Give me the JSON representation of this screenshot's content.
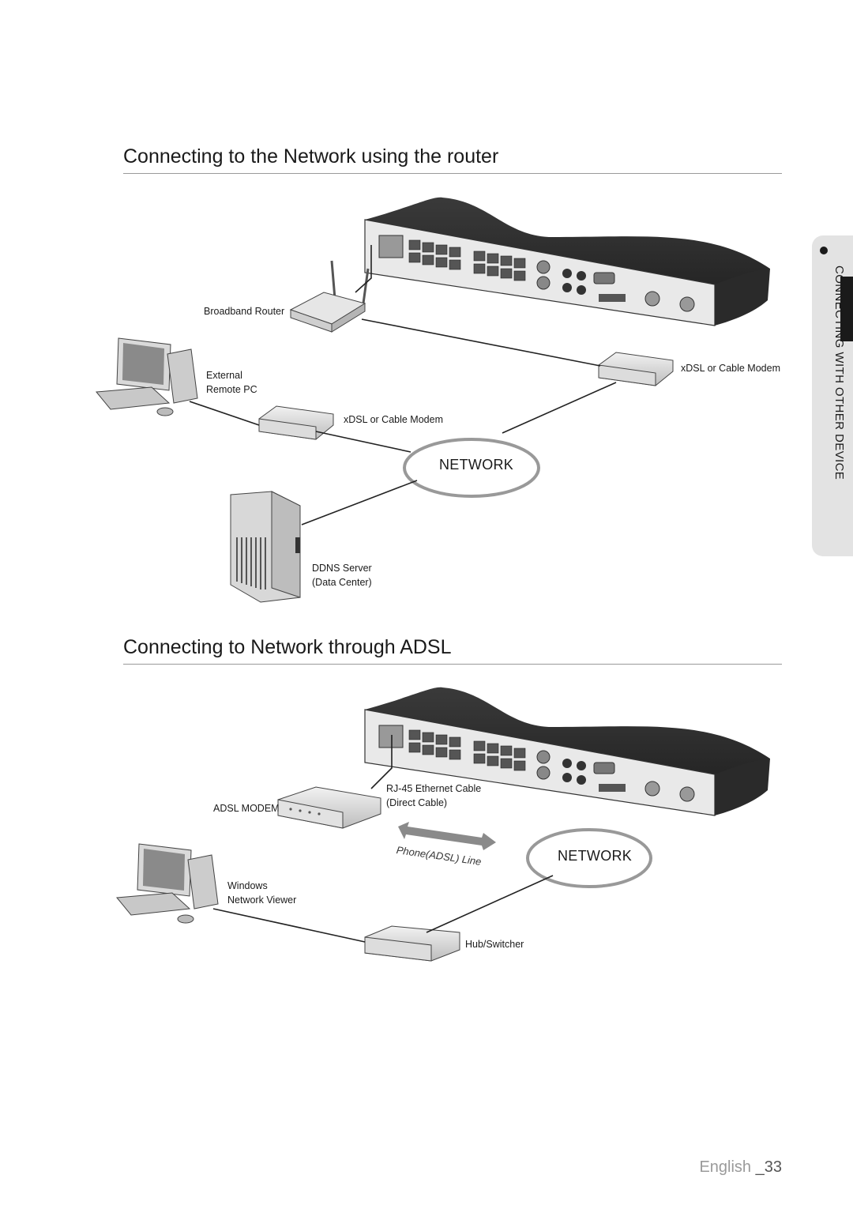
{
  "sections": [
    {
      "title": "Connecting to the Network using the router"
    },
    {
      "title": "Connecting to Network through ADSL"
    }
  ],
  "diagram1": {
    "broadband_router": "Broadband Router",
    "external_pc_line1": "External",
    "external_pc_line2": "Remote PC",
    "modem_left": "xDSL or Cable Modem",
    "modem_right": "xDSL or Cable Modem",
    "network": "NETWORK",
    "ddns_line1": "DDNS Server",
    "ddns_line2": "(Data Center)"
  },
  "diagram2": {
    "adsl_modem": "ADSL MODEM",
    "cable_line1": "RJ-45 Ethernet Cable",
    "cable_line2": "(Direct Cable)",
    "phone_line": "Phone(ADSL) Line",
    "network": "NETWORK",
    "viewer_line1": "Windows",
    "viewer_line2": "Network Viewer",
    "hub": "Hub/Switcher"
  },
  "side_tab": "CONNECTING WITH OTHER DEVICE",
  "footer": {
    "language": "English",
    "page": "_33"
  }
}
